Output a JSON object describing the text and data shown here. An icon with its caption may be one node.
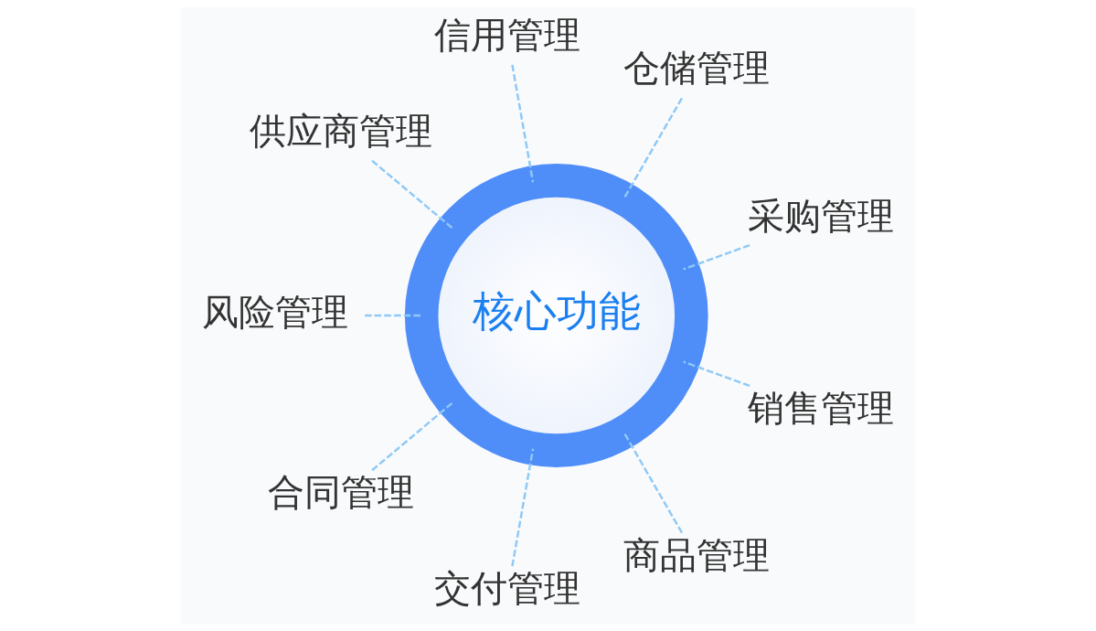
{
  "diagram": {
    "nodes": [
      {
        "text": [
          "核心功能"
        ]
      },
      {
        "text": [
          "信用管理"
        ]
      },
      {
        "text": [
          "仓储管理"
        ]
      },
      {
        "text": [
          "供应商管理"
        ]
      },
      {
        "text": [
          "采购管理"
        ]
      },
      {
        "text": [
          "风险管理"
        ]
      },
      {
        "text": [
          "销售管理"
        ]
      },
      {
        "text": [
          "合同管理"
        ]
      },
      {
        "text": [
          "商品管理"
        ]
      },
      {
        "text": [
          "交付管理"
        ]
      }
    ],
    "edges": [
      {
        "from": 1,
        "to": 0,
        "arrow": "none",
        "style": "dashed"
      },
      {
        "from": 2,
        "to": 0,
        "arrow": "none",
        "style": "dashed"
      },
      {
        "from": 3,
        "to": 0,
        "arrow": "none",
        "style": "dashed"
      },
      {
        "from": 4,
        "to": 0,
        "arrow": "none",
        "style": "dashed"
      },
      {
        "from": 5,
        "to": 0,
        "arrow": "none",
        "style": "dashed"
      },
      {
        "from": 6,
        "to": 0,
        "arrow": "none",
        "style": "dashed"
      },
      {
        "from": 7,
        "to": 0,
        "arrow": "none",
        "style": "dashed"
      },
      {
        "from": 8,
        "to": 0,
        "arrow": "none",
        "style": "dashed"
      },
      {
        "from": 9,
        "to": 0,
        "arrow": "none",
        "style": "dashed"
      }
    ]
  }
}
